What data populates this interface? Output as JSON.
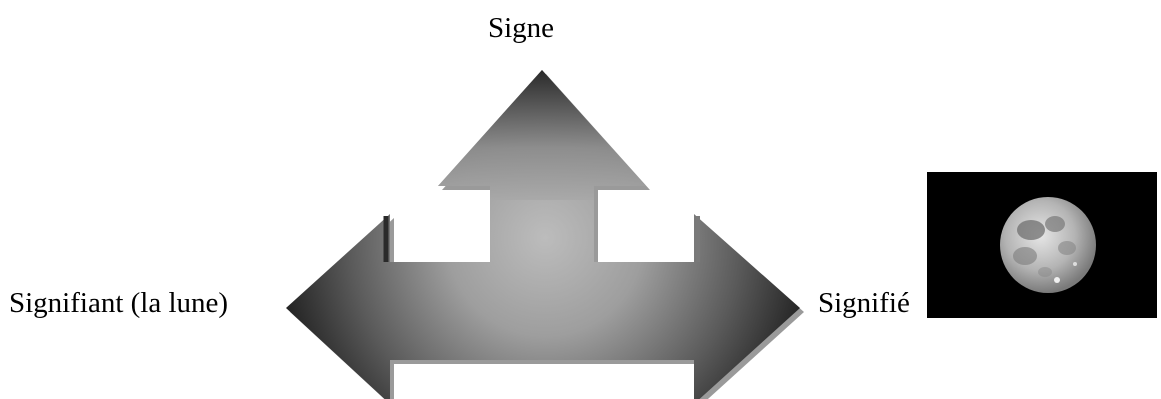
{
  "labels": {
    "signe": "Signe",
    "signifiant": "Signifiant (la lune)",
    "signifie": "Signifié"
  },
  "colors": {
    "background": "#ffffff",
    "text": "#000000",
    "arrow_center": "#b8b8b8",
    "arrow_edge": "#1a1a1a",
    "arrow_shadow": "#9a9a9a",
    "photo_background": "#000000"
  },
  "icons": {
    "arrow": "three-way-arrow-icon",
    "photo": "full-moon-photo"
  }
}
